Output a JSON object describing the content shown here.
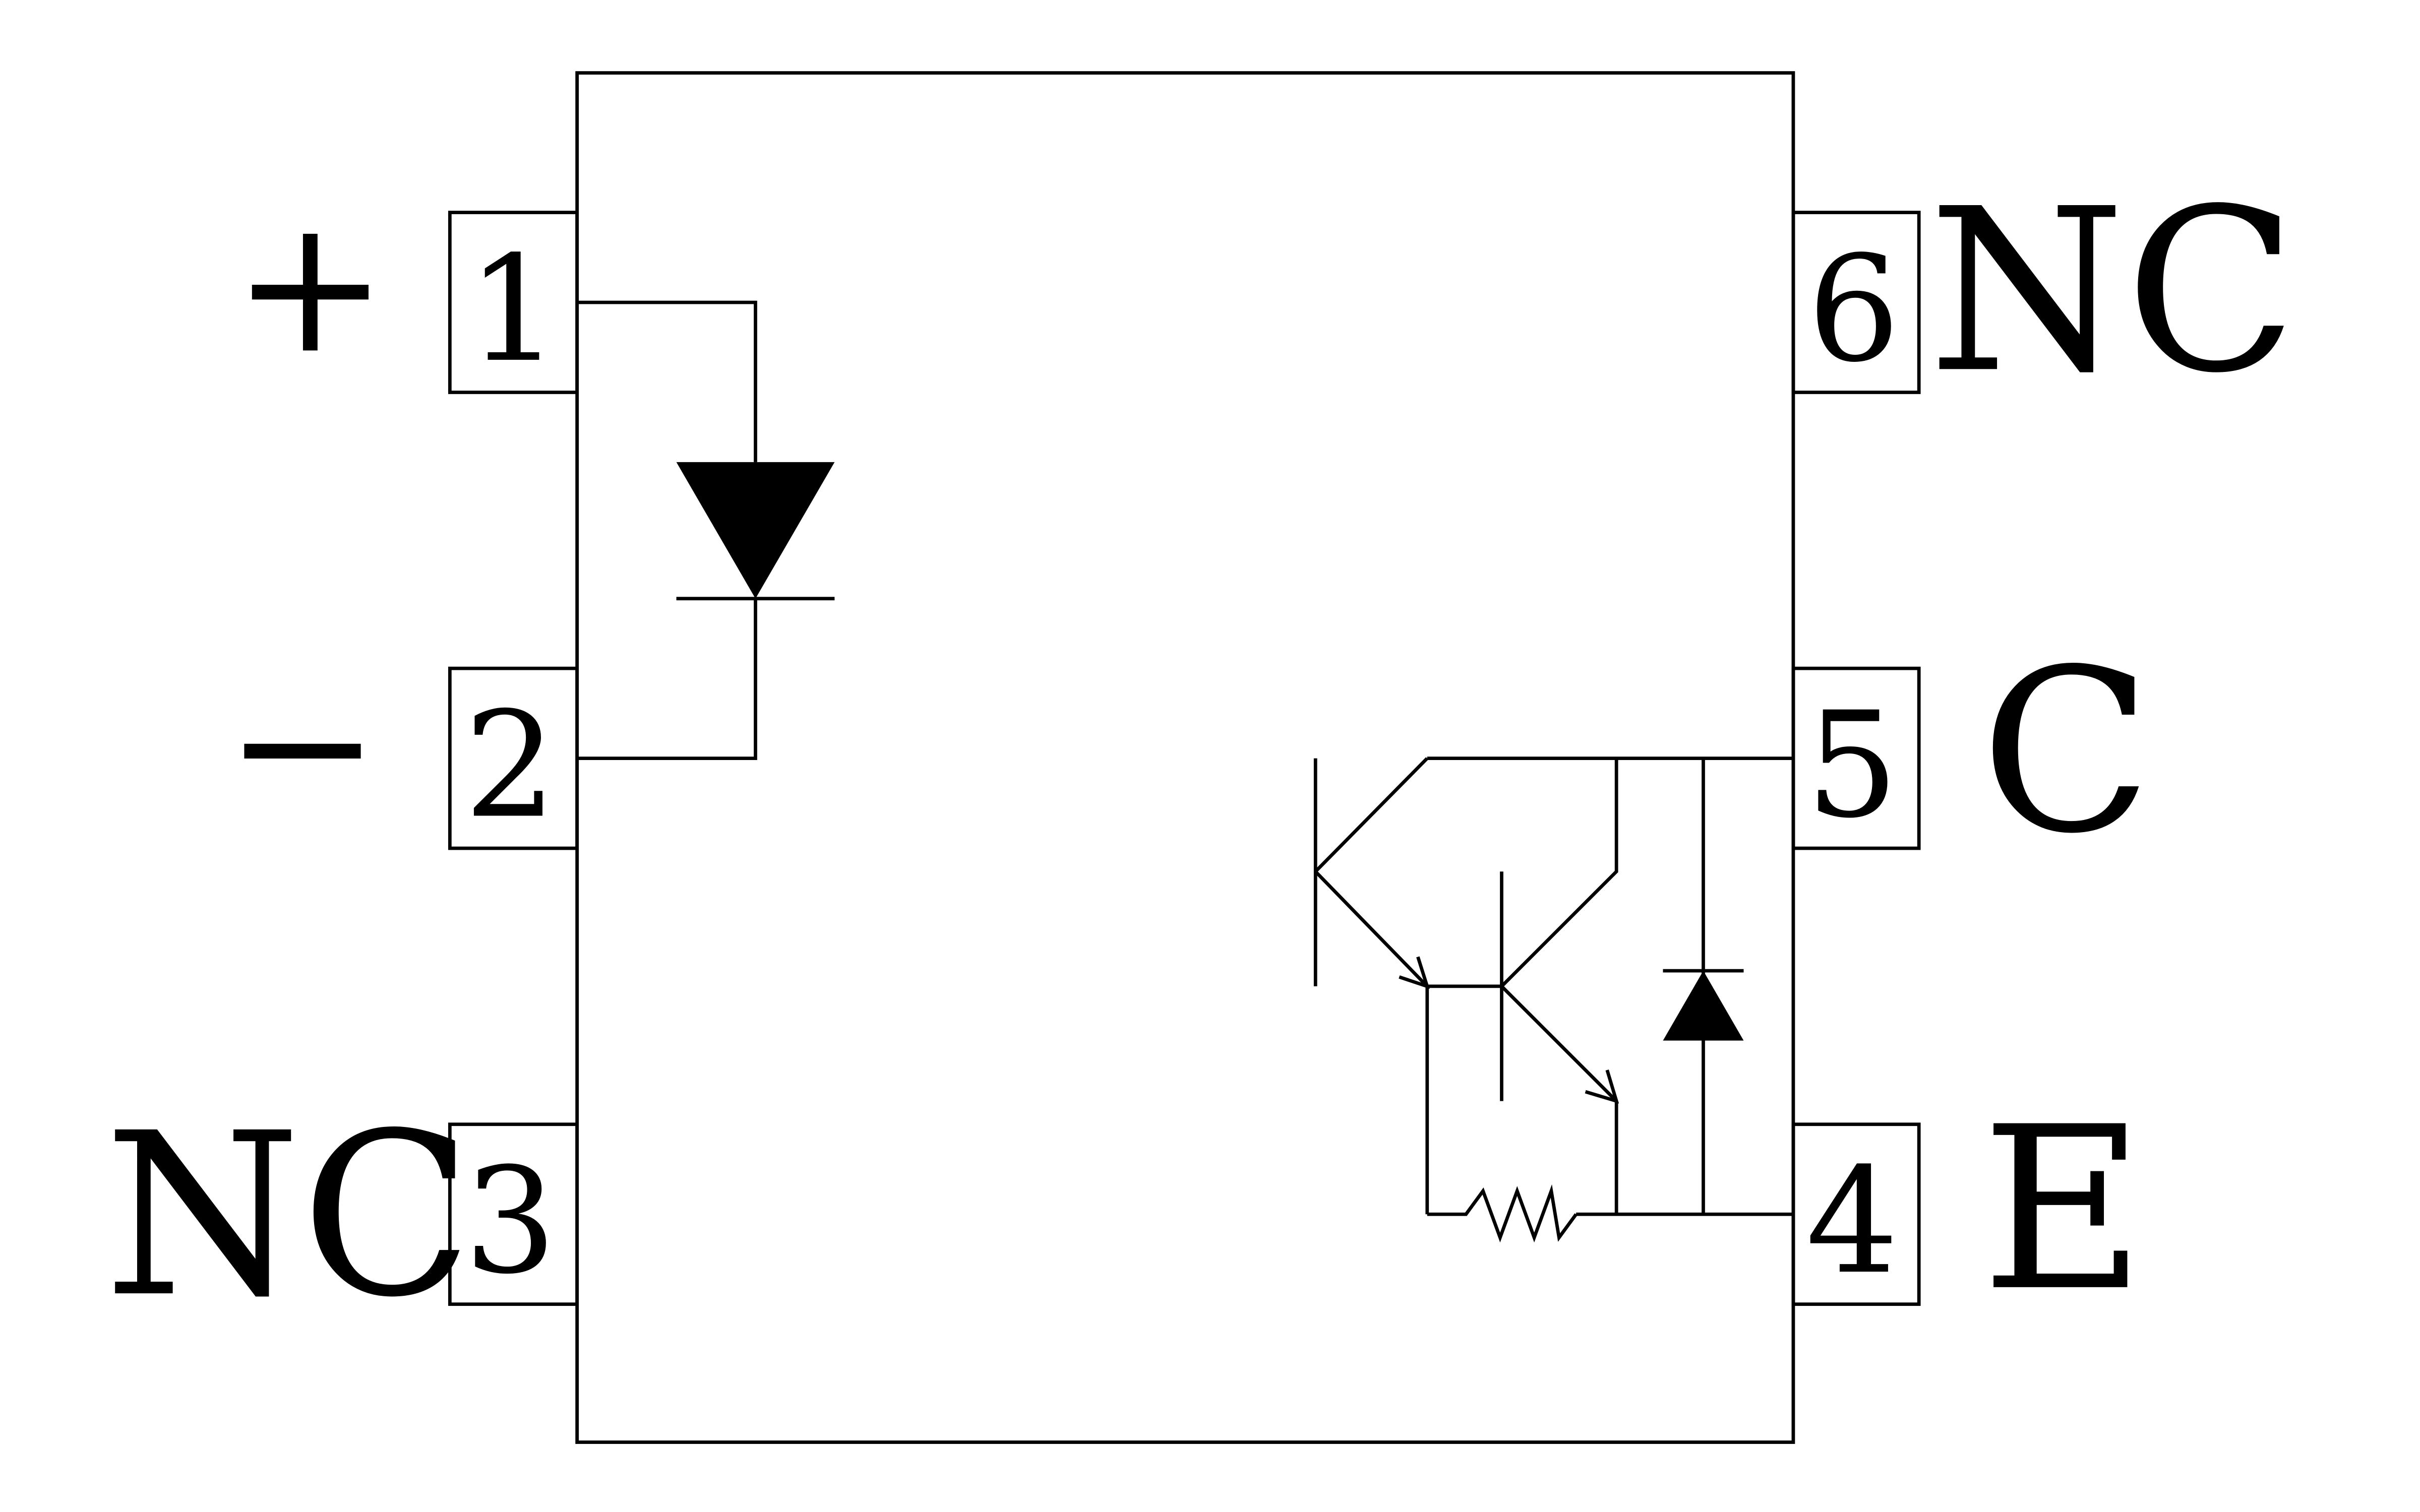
{
  "pins": [
    {
      "number": "1",
      "label": "+"
    },
    {
      "number": "2",
      "label": "−"
    },
    {
      "number": "3",
      "label": "NC"
    },
    {
      "number": "4",
      "label": "E"
    },
    {
      "number": "5",
      "label": "C"
    },
    {
      "number": "6",
      "label": "NC"
    }
  ],
  "colors": {
    "line": "#000000",
    "background": "#ffffff"
  }
}
